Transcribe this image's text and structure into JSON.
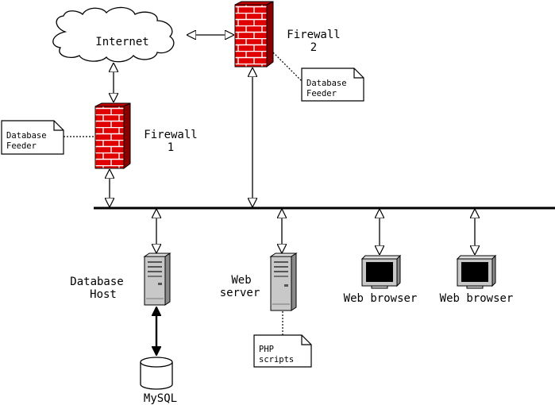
{
  "nodes": {
    "internet": "Internet",
    "firewall1": [
      "Firewall",
      "1"
    ],
    "firewall2": [
      "Firewall",
      "2"
    ],
    "database_host": [
      "Database",
      "Host"
    ],
    "web_server": [
      "Web",
      "server"
    ],
    "web_browser_1": "Web browser",
    "web_browser_2": "Web browser",
    "mysql": "MySQL"
  },
  "notes": {
    "feeder1": [
      "Database",
      "Feeder"
    ],
    "feeder2": [
      "Database",
      "Feeder"
    ],
    "php": [
      "PHP",
      "scripts"
    ]
  },
  "colors": {
    "firewall_red": "#e00000",
    "firewall_side": "#8a0000",
    "server_gray": "#c8c8c8",
    "monitor_screen": "#000000"
  }
}
